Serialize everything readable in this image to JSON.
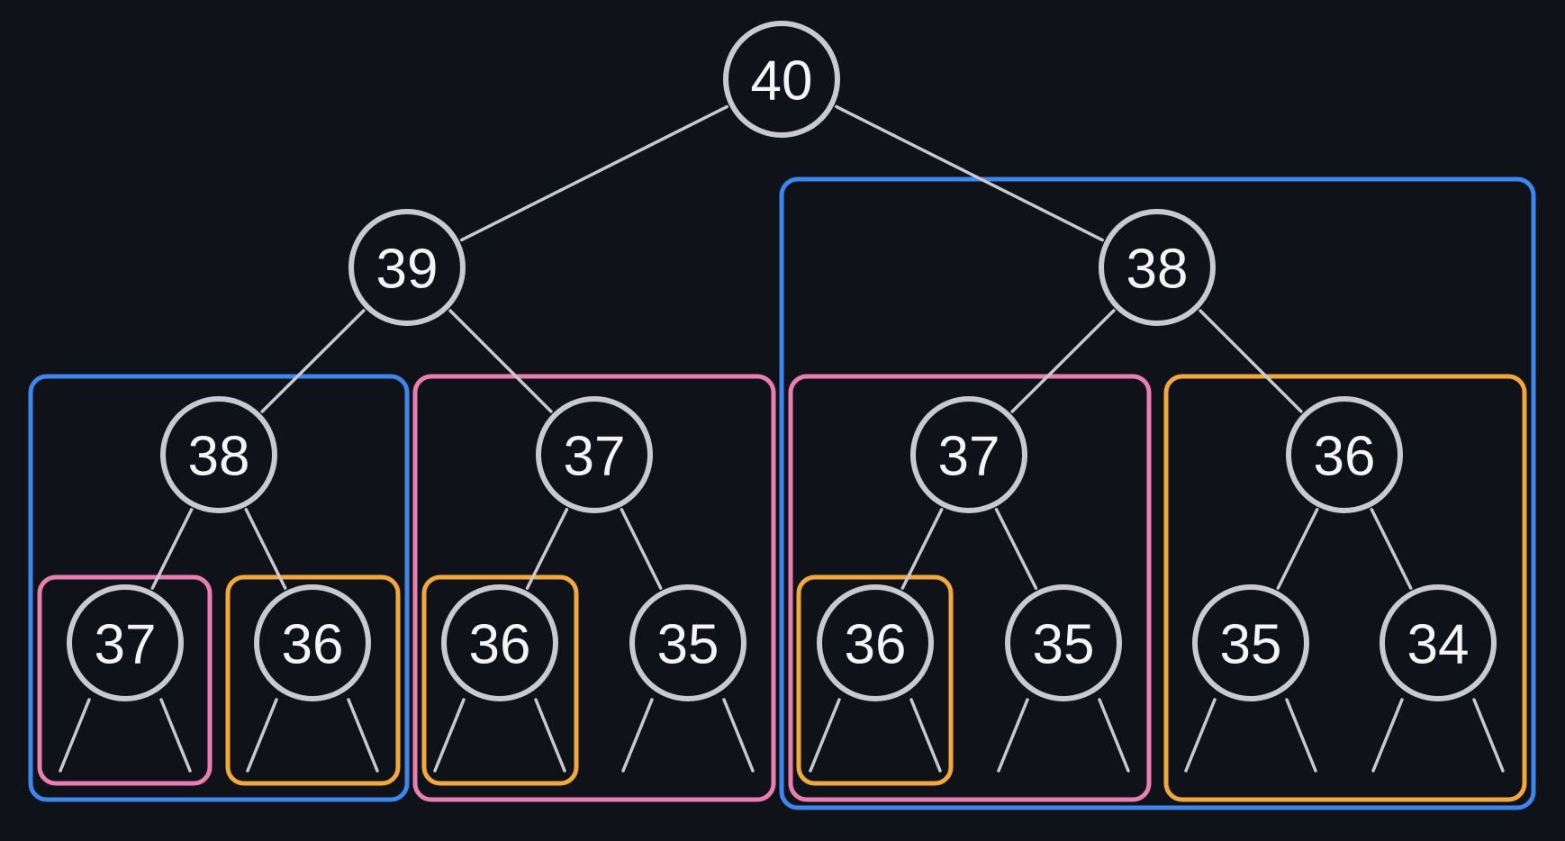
{
  "colors": {
    "background": "#10121a",
    "node_stroke": "#c9c9d1",
    "edge": "#c8c8d0",
    "text": "#f4f4f6",
    "blue": "#3d86ec",
    "pink": "#e87fb0",
    "orange": "#f2a93b"
  },
  "tree": {
    "nodes": [
      {
        "id": "n0",
        "label": "40"
      },
      {
        "id": "n1",
        "label": "39"
      },
      {
        "id": "n2",
        "label": "38"
      },
      {
        "id": "n3",
        "label": "38"
      },
      {
        "id": "n4",
        "label": "37"
      },
      {
        "id": "n5",
        "label": "37"
      },
      {
        "id": "n6",
        "label": "36"
      },
      {
        "id": "n7",
        "label": "37"
      },
      {
        "id": "n8",
        "label": "36"
      },
      {
        "id": "n9",
        "label": "36"
      },
      {
        "id": "n10",
        "label": "35"
      },
      {
        "id": "n11",
        "label": "36"
      },
      {
        "id": "n12",
        "label": "35"
      },
      {
        "id": "n13",
        "label": "35"
      },
      {
        "id": "n14",
        "label": "34"
      }
    ],
    "edges": [
      [
        "n0",
        "n1"
      ],
      [
        "n0",
        "n2"
      ],
      [
        "n1",
        "n3"
      ],
      [
        "n1",
        "n4"
      ],
      [
        "n2",
        "n5"
      ],
      [
        "n2",
        "n6"
      ],
      [
        "n3",
        "n7"
      ],
      [
        "n3",
        "n8"
      ],
      [
        "n4",
        "n9"
      ],
      [
        "n4",
        "n10"
      ],
      [
        "n5",
        "n11"
      ],
      [
        "n5",
        "n12"
      ],
      [
        "n6",
        "n13"
      ],
      [
        "n6",
        "n14"
      ]
    ],
    "groups": [
      {
        "name": "group-blue-right-subtree",
        "color": "blue",
        "root": "n2"
      },
      {
        "name": "group-blue-left-38",
        "color": "blue",
        "root": "n3"
      },
      {
        "name": "group-pink-left-37",
        "color": "pink",
        "root": "n4"
      },
      {
        "name": "group-pink-right-37",
        "color": "pink",
        "root": "n5"
      },
      {
        "name": "group-orange-right-36",
        "color": "orange",
        "root": "n6"
      },
      {
        "name": "group-pink-leaf-37",
        "color": "pink",
        "root": "n7"
      },
      {
        "name": "group-orange-leaf-36-a",
        "color": "orange",
        "root": "n8"
      },
      {
        "name": "group-orange-leaf-36-b",
        "color": "orange",
        "root": "n9"
      },
      {
        "name": "group-orange-leaf-36-c",
        "color": "orange",
        "root": "n11"
      }
    ]
  }
}
